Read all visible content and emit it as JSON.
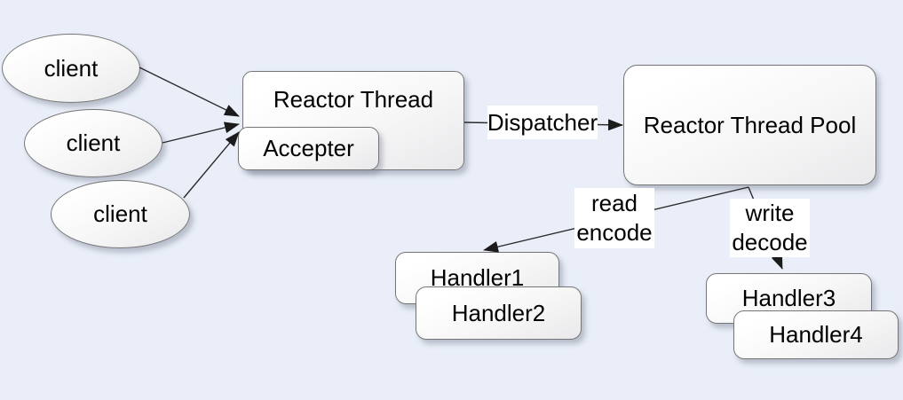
{
  "colors": {
    "background": "#e9eef8",
    "node_border": "#757575",
    "node_fill_top": "#ffffff",
    "node_fill_bottom": "#e9e9eb",
    "arrow": "#1b1b1b",
    "edge_label_background": "#ffffff",
    "text": "#000000"
  },
  "nodes": {
    "clients": [
      {
        "label": "client"
      },
      {
        "label": "client"
      },
      {
        "label": "client"
      }
    ],
    "reactor_thread": {
      "label": "Reactor Thread"
    },
    "accepter": {
      "label": "Accepter"
    },
    "reactor_thread_pool": {
      "label": "Reactor Thread Pool"
    },
    "handlers": [
      {
        "label": "Handler1"
      },
      {
        "label": "Handler2"
      },
      {
        "label": "Handler3"
      },
      {
        "label": "Handler4"
      }
    ]
  },
  "edge_labels": {
    "dispatcher": "Dispatcher",
    "read_encode": {
      "line1": "read",
      "line2": "encode"
    },
    "write_decode": {
      "line1": "write",
      "line2": "decode"
    }
  }
}
